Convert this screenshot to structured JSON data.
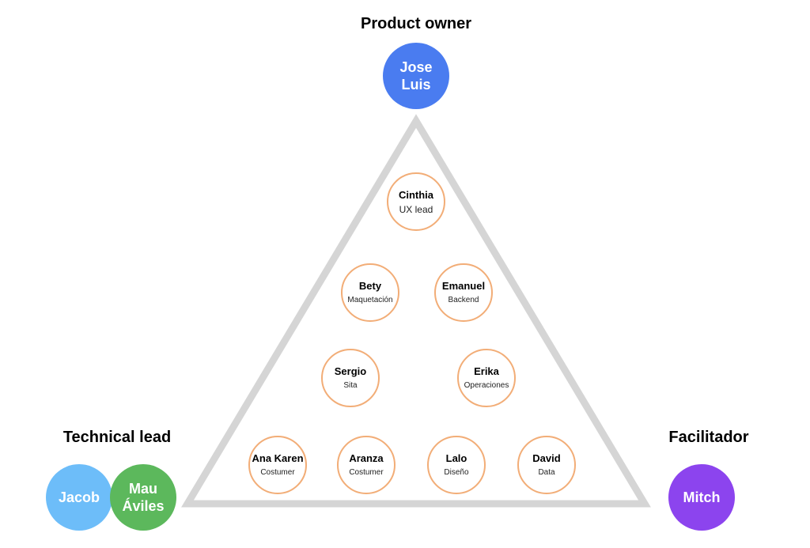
{
  "product_owner": {
    "heading": "Product owner",
    "people": [
      {
        "name_line1": "Jose",
        "name_line2": "Luis",
        "color": "#4a7cf0"
      }
    ]
  },
  "technical_lead": {
    "heading": "Technical lead",
    "people": [
      {
        "name_line1": "Jacob",
        "name_line2": "",
        "color": "#6dbdf9"
      },
      {
        "name_line1": "Mau",
        "name_line2": "Áviles",
        "color": "#5cb85c"
      }
    ]
  },
  "facilitador": {
    "heading": "Facilitador",
    "people": [
      {
        "name_line1": "Mitch",
        "name_line2": "",
        "color": "#8c44ee"
      }
    ]
  },
  "pyramid": {
    "stroke_color": "#d5d5d5",
    "member_border_color": "#f2ad77",
    "members": [
      {
        "name": "Cinthia",
        "role": "UX lead"
      },
      {
        "name": "Bety",
        "role": "Maquetación"
      },
      {
        "name": "Emanuel",
        "role": "Backend"
      },
      {
        "name": "Sergio",
        "role": "Sita"
      },
      {
        "name": "Erika",
        "role": "Operaciones"
      },
      {
        "name": "Ana Karen",
        "role": "Costumer"
      },
      {
        "name": "Aranza",
        "role": "Costumer"
      },
      {
        "name": "Lalo",
        "role": "Diseño"
      },
      {
        "name": "David",
        "role": "Data"
      }
    ]
  }
}
